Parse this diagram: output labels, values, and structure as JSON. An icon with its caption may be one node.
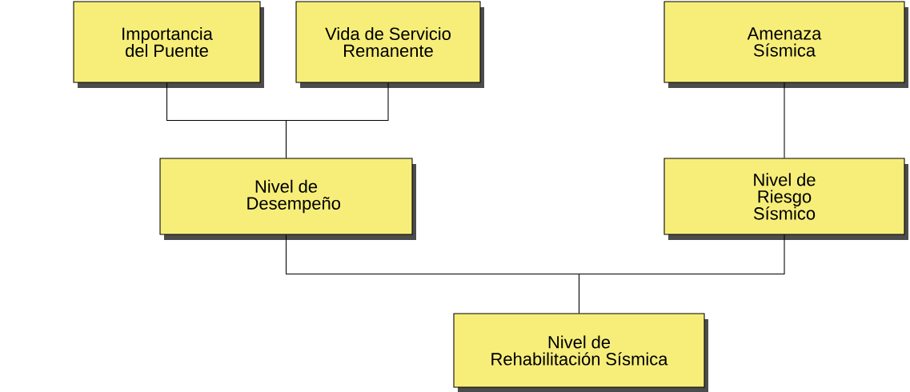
{
  "diagram": {
    "nodes": [
      {
        "text": [
          "Importancia del Puente"
        ]
      },
      {
        "text": [
          "Vida de Servicio Remanente"
        ]
      },
      {
        "text": [
          "Amenaza Sísmica"
        ]
      },
      {
        "text": [
          "Nivel de Desempeño"
        ]
      },
      {
        "text": [
          "Nivel de Riesgo Sísmico"
        ]
      },
      {
        "text": [
          "Nivel de Rehabilitación Sísmica"
        ]
      }
    ],
    "edges": [
      {
        "from": 0,
        "to": 3,
        "arrow": "none"
      },
      {
        "from": 1,
        "to": 3,
        "arrow": "none"
      },
      {
        "from": 2,
        "to": 4,
        "arrow": "none"
      },
      {
        "from": 3,
        "to": 5,
        "arrow": "none"
      },
      {
        "from": 4,
        "to": 5,
        "arrow": "none"
      }
    ]
  }
}
